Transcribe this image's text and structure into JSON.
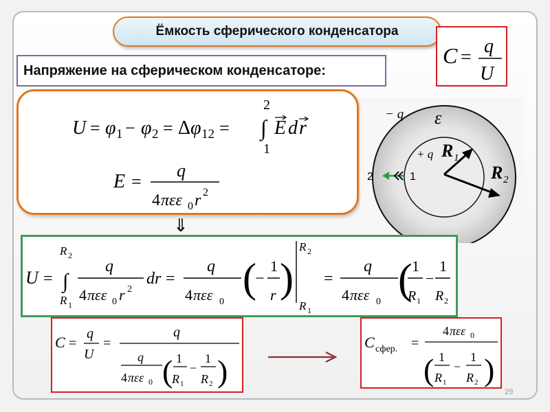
{
  "title": "Ёмкость сферического конденсатора",
  "subtitle": "Напряжение на сферическом конденсаторе:",
  "formulas": {
    "def_C": "C = q/U",
    "voltage": "U = φ1 − φ2 = Δφ12 = ∫1^2 E dr",
    "field": "E = q / (4πεε0 r^2)",
    "integral": "U = ∫R1^R2 q/(4πεε0 r^2) dr = q/(4πεε0) (−1/r)|R1^R2 = q/(4πεε0) (1/R1 − 1/R2)",
    "capacitance": "C = q/U = q / [ q/(4πεε0) (1/R1 − 1/R2) ]",
    "result": "Cсфер. = 4πεε0 / (1/R1 − 1/R2)"
  },
  "diagram": {
    "outer_charge": "− q",
    "inner_charge": "+ q",
    "epsilon": "ε",
    "r1": "R",
    "r1_sub": "1",
    "r2": "R",
    "r2_sub": "2",
    "point1": "1",
    "point2": "2",
    "arrow_color": "#27a048"
  },
  "sub_label": "сфер.",
  "page_number": "29",
  "colors": {
    "accent_orange": "#e0771f",
    "accent_red": "#d42020",
    "accent_green": "#3f9a5a",
    "arrow": "#8b2d2d"
  }
}
